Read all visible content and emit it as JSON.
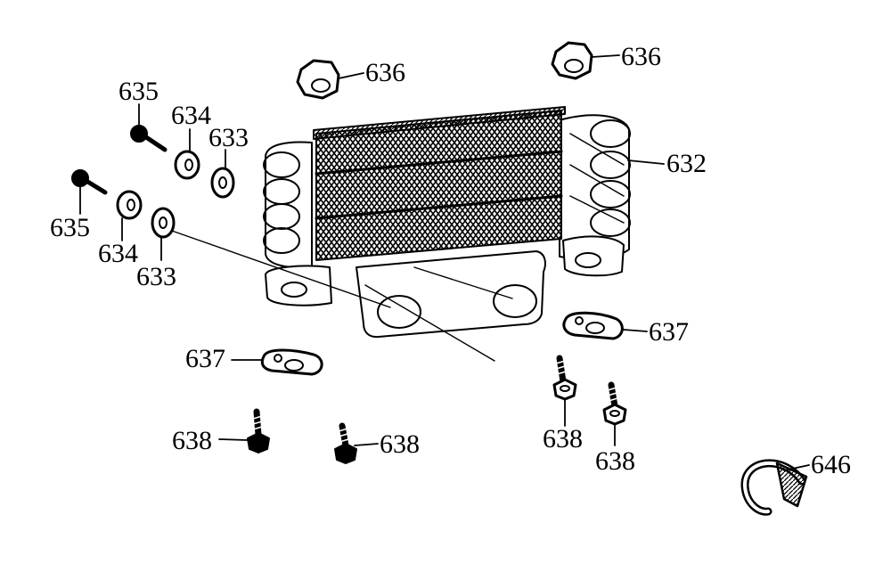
{
  "diagram": {
    "ink_color": "#000000",
    "background_color": "#ffffff",
    "parts": [
      {
        "id": "632",
        "label": "632",
        "icon": "oil-cooler-core-icon"
      },
      {
        "id": "633",
        "label": "633",
        "icon": "washer-icon"
      },
      {
        "id": "634",
        "label": "634",
        "icon": "collar-grommet-icon"
      },
      {
        "id": "635",
        "label": "635",
        "icon": "bolt-icon"
      },
      {
        "id": "636",
        "label": "636",
        "icon": "flange-nut-icon"
      },
      {
        "id": "637",
        "label": "637",
        "icon": "mount-bracket-icon"
      },
      {
        "id": "638",
        "label": "638",
        "icon": "screw-icon"
      },
      {
        "id": "646",
        "label": "646",
        "icon": "hose-clamp-icon"
      }
    ]
  }
}
